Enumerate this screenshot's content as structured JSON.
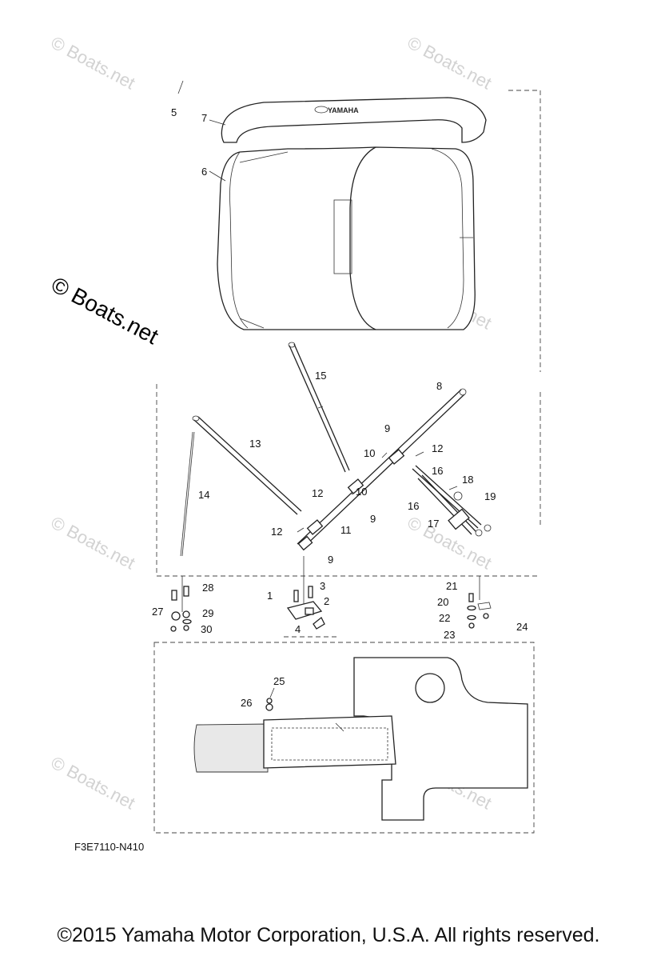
{
  "watermark": {
    "text": "© Boats.net",
    "big_text": "© Boats.net"
  },
  "diagram_code": "F3E7110-N410",
  "brand_mark": "YAMAHA",
  "copyright": "©2015 Yamaha Motor Corporation, U.S.A. All rights reserved.",
  "callouts": [
    "1",
    "2",
    "3",
    "4",
    "5",
    "6",
    "7",
    "8",
    "9",
    "9",
    "9",
    "10",
    "10",
    "11",
    "12",
    "12",
    "12",
    "13",
    "14",
    "15",
    "16",
    "16",
    "17",
    "18",
    "19",
    "20",
    "21",
    "22",
    "23",
    "24",
    "25",
    "26",
    "27",
    "28",
    "29",
    "30"
  ]
}
